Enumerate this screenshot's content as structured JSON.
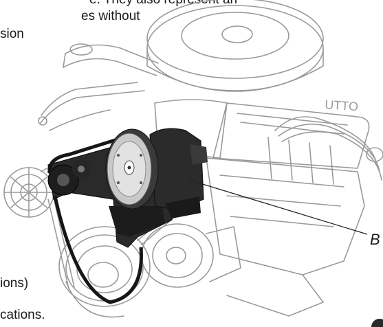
{
  "text": {
    "line_1": "e. They also represent an",
    "line_2": "es without",
    "line_3": "sion",
    "line_4": "ions)",
    "line_5": "cations."
  },
  "callout": {
    "label": "B"
  },
  "illustration": {
    "subject": "engine with belt-driven compressor assembly",
    "highlight_color": "#222222",
    "outline_color": "#9a9a9a"
  }
}
